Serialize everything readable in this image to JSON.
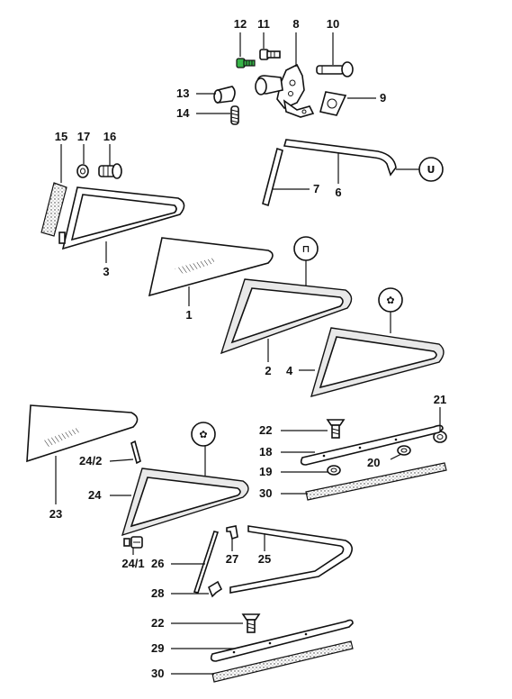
{
  "diagram": {
    "highlight_color": "#38b449",
    "callouts": [
      "12",
      "11",
      "8",
      "10",
      "13",
      "9",
      "14",
      "15",
      "17",
      "16",
      "7",
      "6",
      "3",
      "1",
      "2",
      "4",
      "21",
      "22",
      "18",
      "20",
      "19",
      "30",
      "24/2",
      "24",
      "23",
      "24/1",
      "26",
      "27",
      "25",
      "28",
      "22",
      "29",
      "30"
    ],
    "symbols": [
      "U",
      "⊓",
      "✿",
      "✿"
    ]
  }
}
